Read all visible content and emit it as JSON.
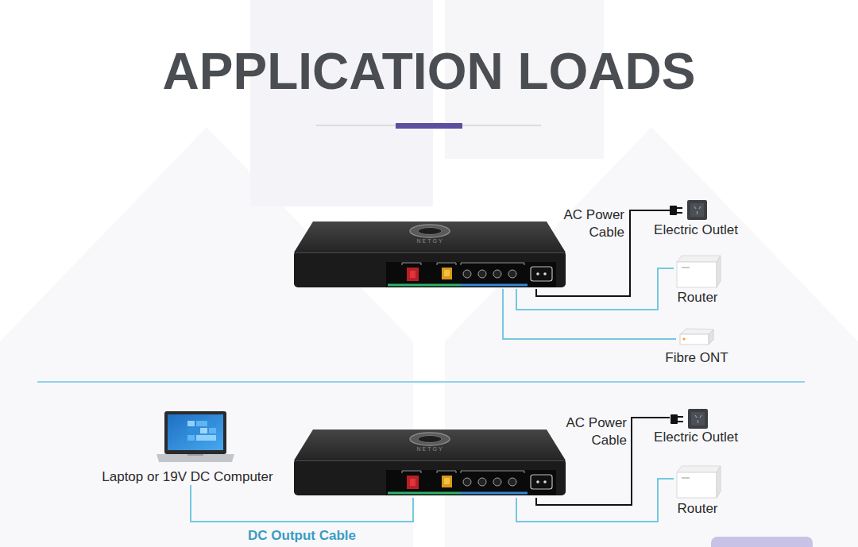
{
  "diagram": {
    "title": "APPLICATION LOADS",
    "nodes": [
      {
        "text": [
          "NETGY"
        ]
      },
      {
        "text": [
          "Electric Outlet"
        ]
      },
      {
        "text": [
          "Router"
        ]
      },
      {
        "text": [
          "Fibre ONT"
        ]
      },
      {
        "text": [
          "Laptop or 19V DC Computer"
        ]
      },
      {
        "text": [
          "NETGY"
        ]
      },
      {
        "text": [
          "Electric Outlet"
        ]
      },
      {
        "text": [
          "Router"
        ]
      }
    ],
    "edges": [
      {
        "from": 0,
        "to": 1,
        "label": "AC Power Cable",
        "arrow": "none"
      },
      {
        "from": 0,
        "to": 2,
        "arrow": "none"
      },
      {
        "from": 0,
        "to": 3,
        "arrow": "none"
      },
      {
        "from": 5,
        "to": 6,
        "label": "AC Power Cable",
        "arrow": "none"
      },
      {
        "from": 5,
        "to": 7,
        "arrow": "none"
      },
      {
        "from": 5,
        "to": 4,
        "label": "DC Output Cable",
        "arrow": "none"
      }
    ]
  }
}
